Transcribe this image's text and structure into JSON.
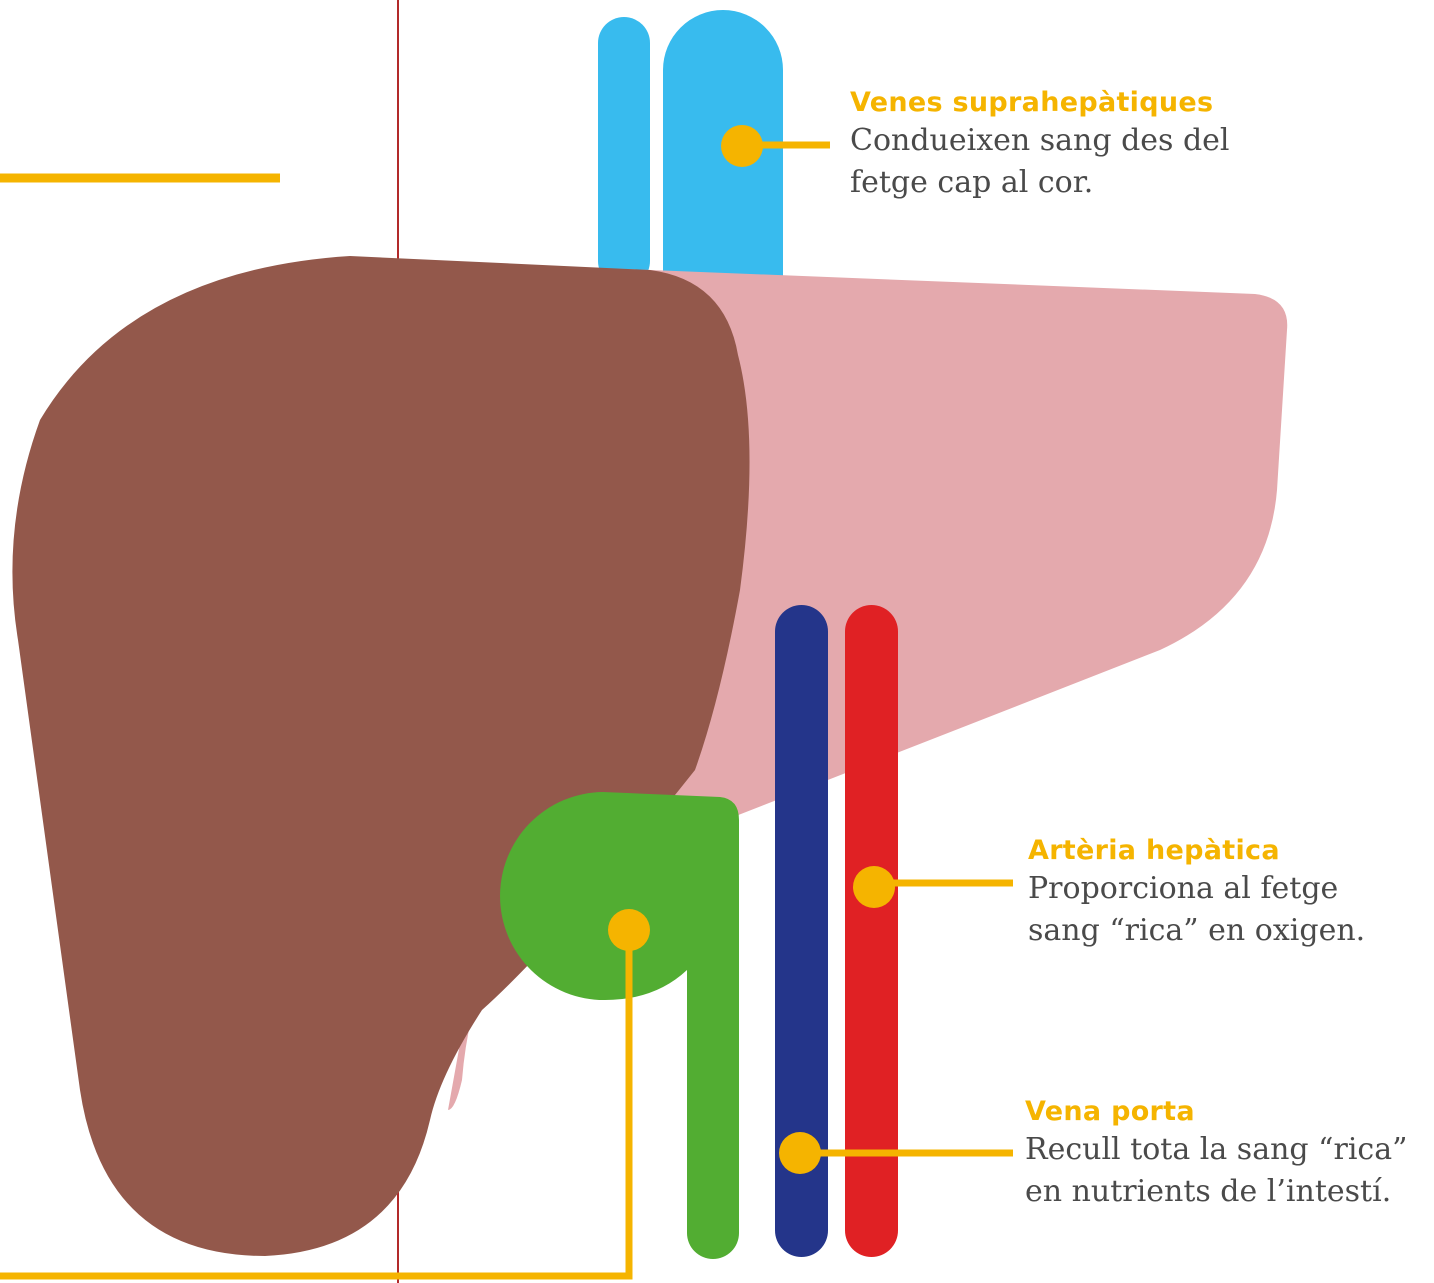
{
  "colors": {
    "liver_right_lobe": "#93584B",
    "liver_left_lobe": "#E4A9AD",
    "hepatic_veins": "#38BBEE",
    "gallbladder": "#52AD32",
    "portal_vein": "#24358A",
    "hepatic_artery": "#E02124",
    "callout": "#F5B400",
    "guide_line": "#B22A2A"
  },
  "labels": {
    "hepatic_veins": {
      "title": "Venes suprahepàtiques",
      "lines": [
        "Condueixen sang des del",
        "fetge cap al cor."
      ]
    },
    "hepatic_artery": {
      "title": "Artèria hepàtica",
      "lines": [
        "Proporciona al fetge",
        "sang “rica” en oxigen."
      ]
    },
    "portal_vein": {
      "title": "Vena porta",
      "lines": [
        "Recull tota la sang “rica”",
        "en nutrients de l’intestí."
      ]
    }
  }
}
